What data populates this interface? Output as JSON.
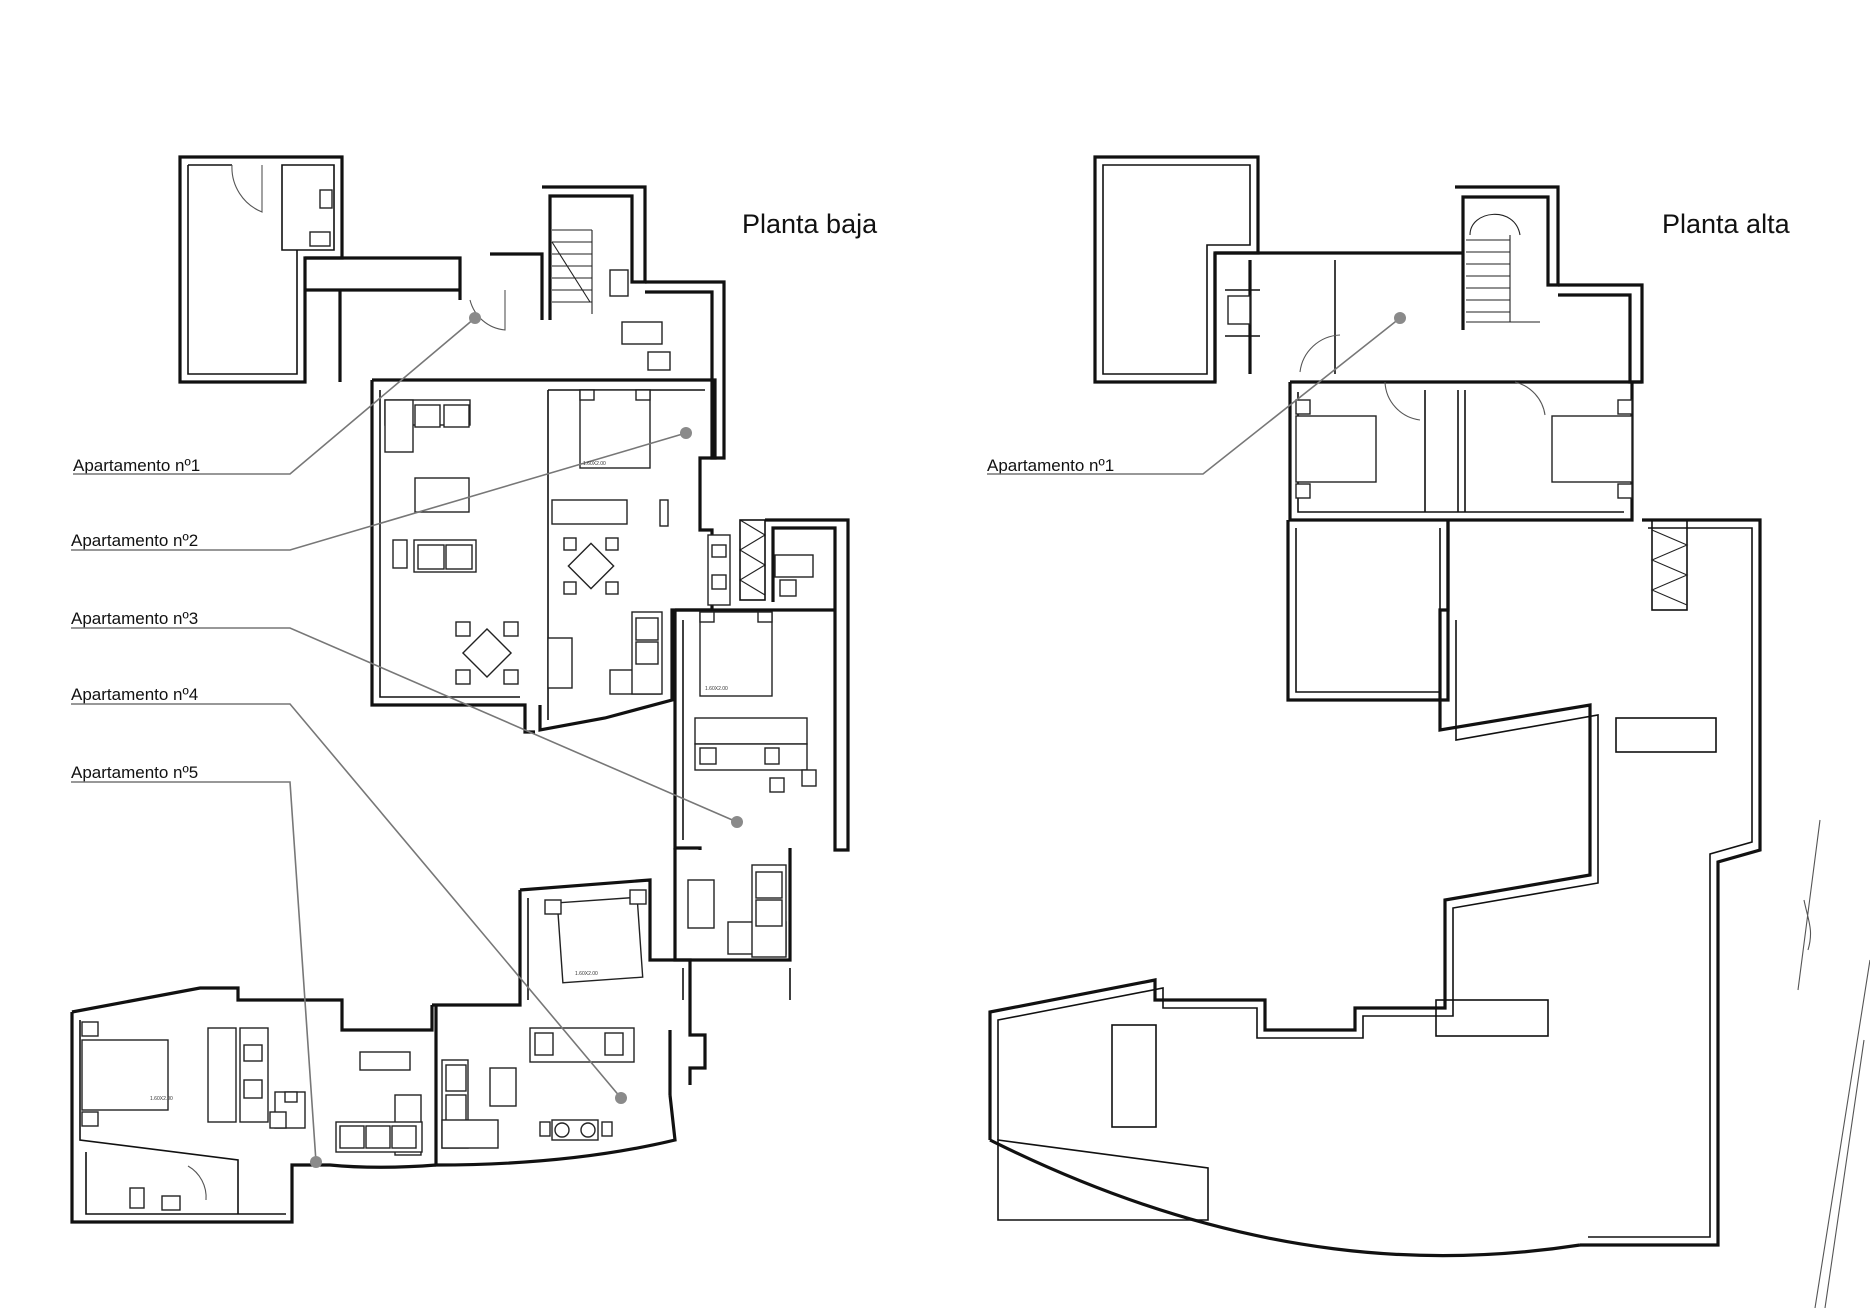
{
  "floors": [
    {
      "id": "ground",
      "title": "Planta baja",
      "labels": [
        "Apartamento nº1",
        "Apartamento nº2",
        "Apartamento nº3",
        "Apartamento nº4",
        "Apartamento nº5"
      ]
    },
    {
      "id": "upper",
      "title": "Planta alta",
      "labels": [
        "Apartamento nº1"
      ]
    }
  ],
  "bed_tag": "1.60X2.00",
  "colors": {
    "wall": "#111111",
    "leader": "#777777",
    "marker": "#8a8a8a",
    "background": "#ffffff"
  }
}
